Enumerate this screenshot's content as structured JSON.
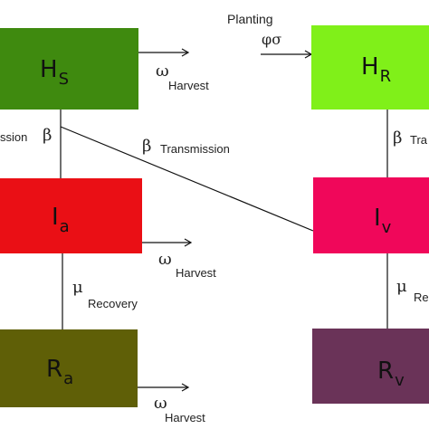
{
  "boxes": {
    "hs": {
      "main": "H",
      "sub": "S",
      "color": "#3f8a0f"
    },
    "hr": {
      "main": "H",
      "sub": "R",
      "color": "#80f019"
    },
    "ia": {
      "main": "I",
      "sub": "a",
      "color": "#ea0f15"
    },
    "iv": {
      "main": "I",
      "sub": "v",
      "color": "#f0075a"
    },
    "ra": {
      "main": "R",
      "sub": "a",
      "color": "#5f5f07"
    },
    "rv": {
      "main": "R",
      "sub": "v",
      "color": "#6a3358"
    }
  },
  "labels": {
    "planting": "Planting",
    "planting_symbol": "φσ",
    "omega": "ω",
    "harvest": "Harvest",
    "beta": "β",
    "transmission": "Transmission",
    "left_transmission_fragment": "ssion",
    "right_transmission_fragment": "Tra",
    "mu": "μ",
    "recovery": "Recovery",
    "right_recovery_fragment": "Re"
  },
  "colors": {
    "line": "#111111"
  }
}
